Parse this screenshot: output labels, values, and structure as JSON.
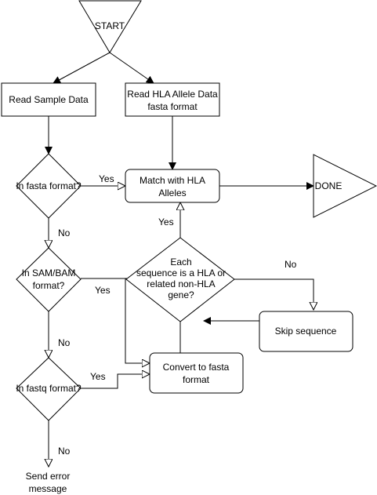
{
  "diagram": {
    "nodes": {
      "start": "START",
      "read_sample": "Read Sample Data",
      "read_hla_1": "Read HLA Allele Data",
      "read_hla_2": "fasta format",
      "match_1": "Match with HLA",
      "match_2": "Alleles",
      "done": "DONE",
      "in_fasta": "In fasta format?",
      "in_sambam_1": "In SAM/BAM",
      "in_sambam_2": "format?",
      "each_seq_1": "Each",
      "each_seq_2": "sequence is a HLA or",
      "each_seq_3": "related non-HLA",
      "each_seq_4": "gene?",
      "skip_seq": "Skip sequence",
      "convert_1": "Convert to fasta",
      "convert_2": "format",
      "in_fastq": "In fastq format?",
      "error_1": "Send error",
      "error_2": "message"
    },
    "edge_labels": {
      "yes_fasta": "Yes",
      "no_fasta": "No",
      "yes_sambam": "Yes",
      "no_sambam": "No",
      "yes_fastq": "Yes",
      "no_fastq": "No",
      "yes_each": "Yes",
      "no_each": "No"
    },
    "colors": {
      "stroke": "#000000",
      "fill": "#ffffff",
      "text": "#000000"
    }
  }
}
